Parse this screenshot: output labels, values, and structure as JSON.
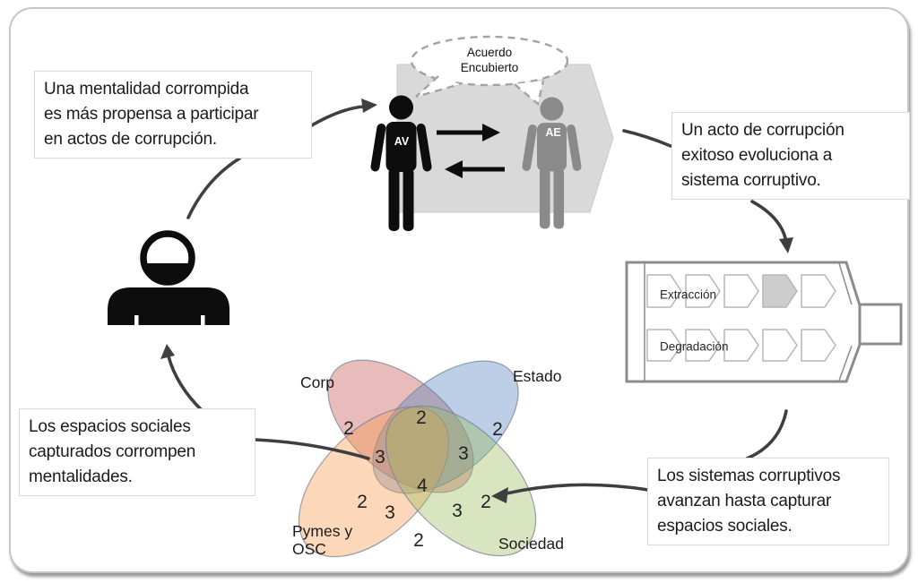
{
  "boxes": {
    "mentalidad": {
      "lines": [
        "Una mentalidad corrompida",
        "es más propensa a participar",
        "en actos de corrupción."
      ]
    },
    "acto": {
      "lines": [
        "Un acto de corrupción",
        "exitoso evoluciona a",
        "sistema corruptivo."
      ]
    },
    "sistemas": {
      "lines": [
        "Los sistemas  corruptivos",
        "avanzan hasta capturar",
        "espacios sociales."
      ]
    },
    "espacios": {
      "lines": [
        "Los espacios  sociales",
        "capturados corrompen",
        "mentalidades."
      ]
    }
  },
  "bubble": {
    "lines": [
      "Acuerdo",
      "Encubierto"
    ]
  },
  "actors": {
    "left_label": "AV",
    "right_label": "AE",
    "left_color": "#0d0d0d",
    "right_color": "#8a8a8a"
  },
  "machine": {
    "rows": [
      {
        "label": "Extracción",
        "cells": 5,
        "highlighted_cell": 4
      },
      {
        "label": "Degradación",
        "cells": 5,
        "highlighted_cell": null
      }
    ],
    "highlight_color": "#cdcdcd"
  },
  "venn": {
    "sets": [
      {
        "lines": [
          "Corp"
        ],
        "color": "rgba(192,80,77,0.38)"
      },
      {
        "lines": [
          "Estado"
        ],
        "color": "rgba(79,129,189,0.38)"
      },
      {
        "lines": [
          "Pymes y",
          "OSC"
        ],
        "color": "rgba(247,150,70,0.38)"
      },
      {
        "lines": [
          "Sociedad"
        ],
        "color": "rgba(155,187,89,0.38)"
      }
    ],
    "regions": [
      {
        "value": 2
      },
      {
        "value": 2
      },
      {
        "value": 2
      },
      {
        "value": 3
      },
      {
        "value": 3
      },
      {
        "value": 4
      },
      {
        "value": 2
      },
      {
        "value": 3
      },
      {
        "value": 3
      },
      {
        "value": 2
      },
      {
        "value": 2
      }
    ]
  }
}
